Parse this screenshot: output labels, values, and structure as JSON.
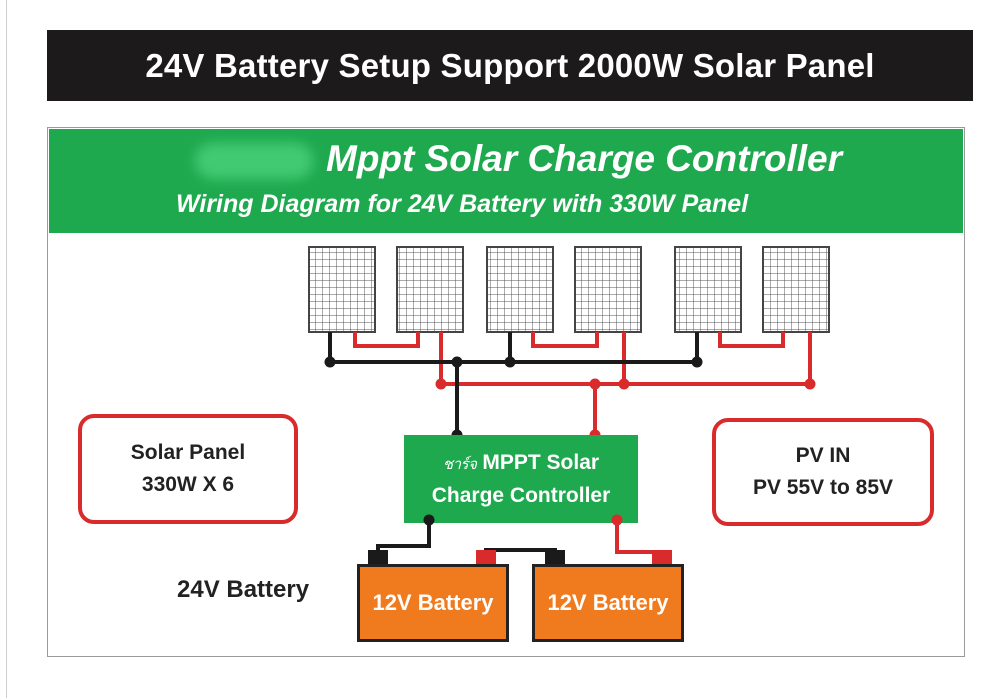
{
  "title": "24V Battery Setup Support 2000W Solar Panel",
  "banner": {
    "title": "Mppt Solar Charge Controller",
    "subtitle": "Wiring Diagram for 24V Battery with 330W Panel"
  },
  "solar_panel_box": {
    "line1": "Solar Panel",
    "line2": "330W X 6"
  },
  "pv_box": {
    "line1": "PV IN",
    "line2": "PV  55V to 85V"
  },
  "controller": {
    "logo": "ชาร์จ",
    "line1": "MPPT Solar",
    "line2": "Charge Controller"
  },
  "battery_label": "24V Battery",
  "batteries": [
    {
      "label": "12V Battery"
    },
    {
      "label": "12V Battery"
    }
  ],
  "panel_count": 6,
  "colors": {
    "banner_green": "#1ea94f",
    "title_bar": "#1c1a1a",
    "wire_red": "#d92b2b",
    "wire_black": "#1a1a1a",
    "battery_orange": "#f07a1e",
    "panel_grid": "#555555"
  }
}
